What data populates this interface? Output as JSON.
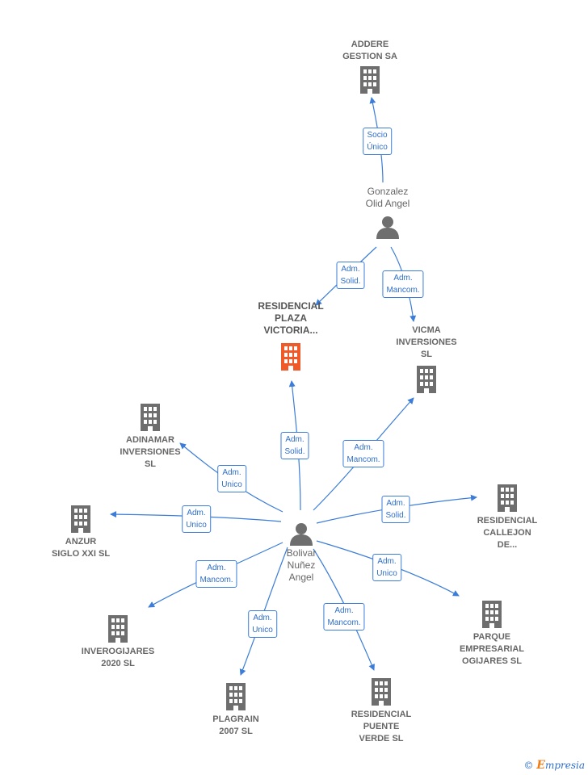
{
  "colors": {
    "edge": "#3b7dd8",
    "building": "#6e6e6e",
    "focus": "#f05a28",
    "person": "#6e6e6e"
  },
  "nodes": {
    "addere": {
      "label": "ADDERE\nGESTION SA",
      "kind": "company"
    },
    "gonzalez": {
      "label": "Gonzalez\nOlid Angel",
      "kind": "person"
    },
    "residencial_plaza": {
      "label": "RESIDENCIAL\nPLAZA\nVICTORIA...",
      "kind": "focus"
    },
    "vicma": {
      "label": "VICMA\nINVERSIONES\nSL",
      "kind": "company"
    },
    "adinamar": {
      "label": "ADINAMAR\nINVERSIONES\nSL",
      "kind": "company"
    },
    "anzur": {
      "label": "ANZUR\nSIGLO XXI SL",
      "kind": "company"
    },
    "bolivar": {
      "label": "Bolivar\nNuñez\nAngel",
      "kind": "person"
    },
    "residencial_callejon": {
      "label": "RESIDENCIAL\nCALLEJON\nDE...",
      "kind": "company"
    },
    "inverogijares": {
      "label": "INVEROGIJARES\n2020  SL",
      "kind": "company"
    },
    "parque": {
      "label": "PARQUE\nEMPRESARIAL\nOGIJARES  SL",
      "kind": "company"
    },
    "plagrain": {
      "label": "PLAGRAIN\n2007  SL",
      "kind": "company"
    },
    "residencial_puente": {
      "label": "RESIDENCIAL\nPUENTE\nVERDE  SL",
      "kind": "company"
    }
  },
  "edges": [
    {
      "id": "e1",
      "label": "Socio\nÚnico"
    },
    {
      "id": "e2",
      "label": "Adm.\nSolid."
    },
    {
      "id": "e3",
      "label": "Adm.\nMancom."
    },
    {
      "id": "e4",
      "label": "Adm.\nSolid."
    },
    {
      "id": "e5",
      "label": "Adm.\nMancom."
    },
    {
      "id": "e6",
      "label": "Adm.\nUnico"
    },
    {
      "id": "e7",
      "label": "Adm.\nUnico"
    },
    {
      "id": "e8",
      "label": "Adm.\nSolid."
    },
    {
      "id": "e9",
      "label": "Adm.\nMancom."
    },
    {
      "id": "e10",
      "label": "Adm.\nUnico"
    },
    {
      "id": "e11",
      "label": "Adm.\nUnico"
    },
    {
      "id": "e12",
      "label": "Adm.\nMancom."
    }
  ],
  "brand": {
    "copyright": "©",
    "e_letter": "E",
    "rest": "mpresia"
  }
}
